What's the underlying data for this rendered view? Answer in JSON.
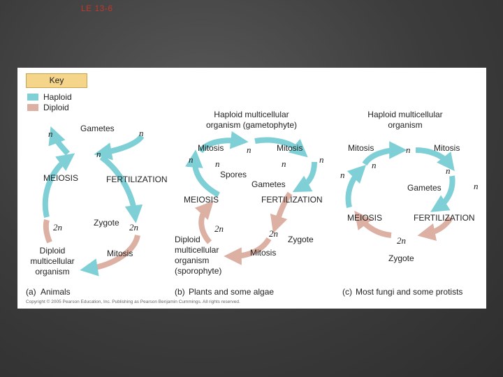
{
  "slide_title": "LE 13-6",
  "colors": {
    "haploid": "#7fd0d6",
    "diploid": "#ddb0a4",
    "key_bg": "#f4d58a"
  },
  "key": {
    "title": "Key",
    "haploid": "Haploid",
    "diploid": "Diploid"
  },
  "panel_a": {
    "n_top_left": "n",
    "gametes": "Gametes",
    "n_top_right": "n",
    "n_mid": "n",
    "meiosis": "MEIOSIS",
    "fertilization": "FERTILIZATION",
    "two_n_left": "2n",
    "zygote": "Zygote",
    "two_n_zygote": "2n",
    "diploid_organism": "Diploid\nmulticellular\norganism",
    "mitosis": "Mitosis",
    "caption_letter": "(a)",
    "caption": "Animals"
  },
  "panel_b": {
    "haploid_organism": "Haploid multicellular\norganism (gametophyte)",
    "mitosis_left": "Mitosis",
    "n_top": "n",
    "mitosis_right": "Mitosis",
    "n_left_outer": "n",
    "n_left_inner": "n",
    "n_right_inner": "n",
    "n_right_outer": "n",
    "spores": "Spores",
    "gametes": "Gametes",
    "meiosis": "MEIOSIS",
    "fertilization": "FERTILIZATION",
    "two_n_left": "2n",
    "two_n_zygote": "2n",
    "zygote": "Zygote",
    "diploid_organism": "Diploid\nmulticellular\norganism\n(sporophyte)",
    "mitosis": "Mitosis",
    "caption_letter": "(b)",
    "caption": "Plants and some algae"
  },
  "panel_c": {
    "haploid_organism": "Haploid multicellular\norganism",
    "mitosis_left": "Mitosis",
    "n_top": "n",
    "mitosis_right": "Mitosis",
    "n_left": "n",
    "n_inner": "n",
    "n_right": "n",
    "n_right_outer": "n",
    "gametes": "Gametes",
    "meiosis": "MEIOSIS",
    "fertilization": "FERTILIZATION",
    "two_n": "2n",
    "zygote": "Zygote",
    "caption_letter": "(c)",
    "caption": "Most fungi and some protists"
  },
  "copyright": "Copyright © 2005 Pearson Education, Inc. Publishing as Pearson Benjamin Cummings. All rights reserved."
}
